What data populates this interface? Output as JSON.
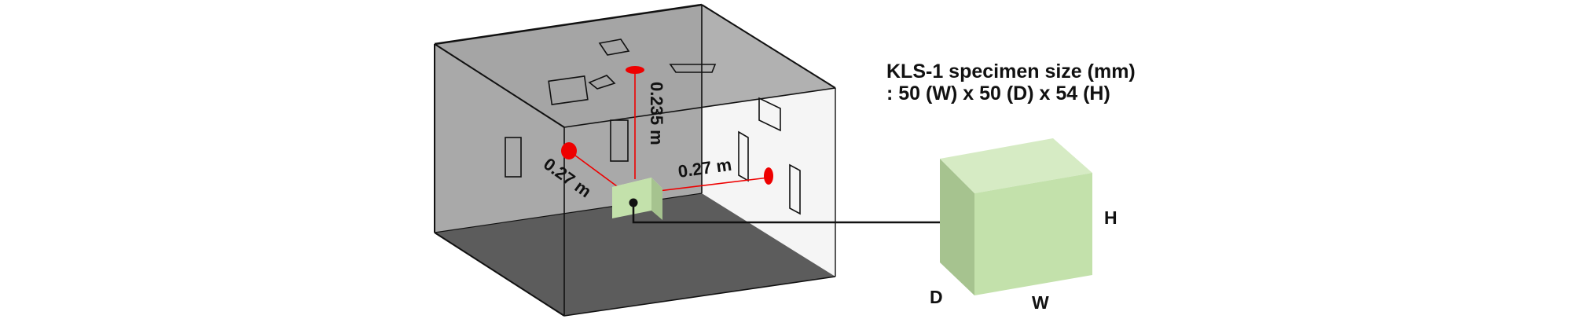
{
  "specimen": {
    "title_line1": "KLS-1 specimen size (mm)",
    "title_line2": ": 50 (W) x 50 (D) x 54 (H)",
    "label_w": "W",
    "label_d": "D",
    "label_h": "H"
  },
  "distances": {
    "vertical": "0.235 m",
    "left": "0.27 m",
    "right": "0.27 m"
  },
  "colors": {
    "specimen_front": "#c3e1ab",
    "specimen_top": "#d6ebc4",
    "specimen_side": "#a6c38f",
    "marker": "#ee0000",
    "floor": "#5c5c5c",
    "back_wall": "#a9a9a9",
    "left_wall": "#b4b4b4"
  }
}
